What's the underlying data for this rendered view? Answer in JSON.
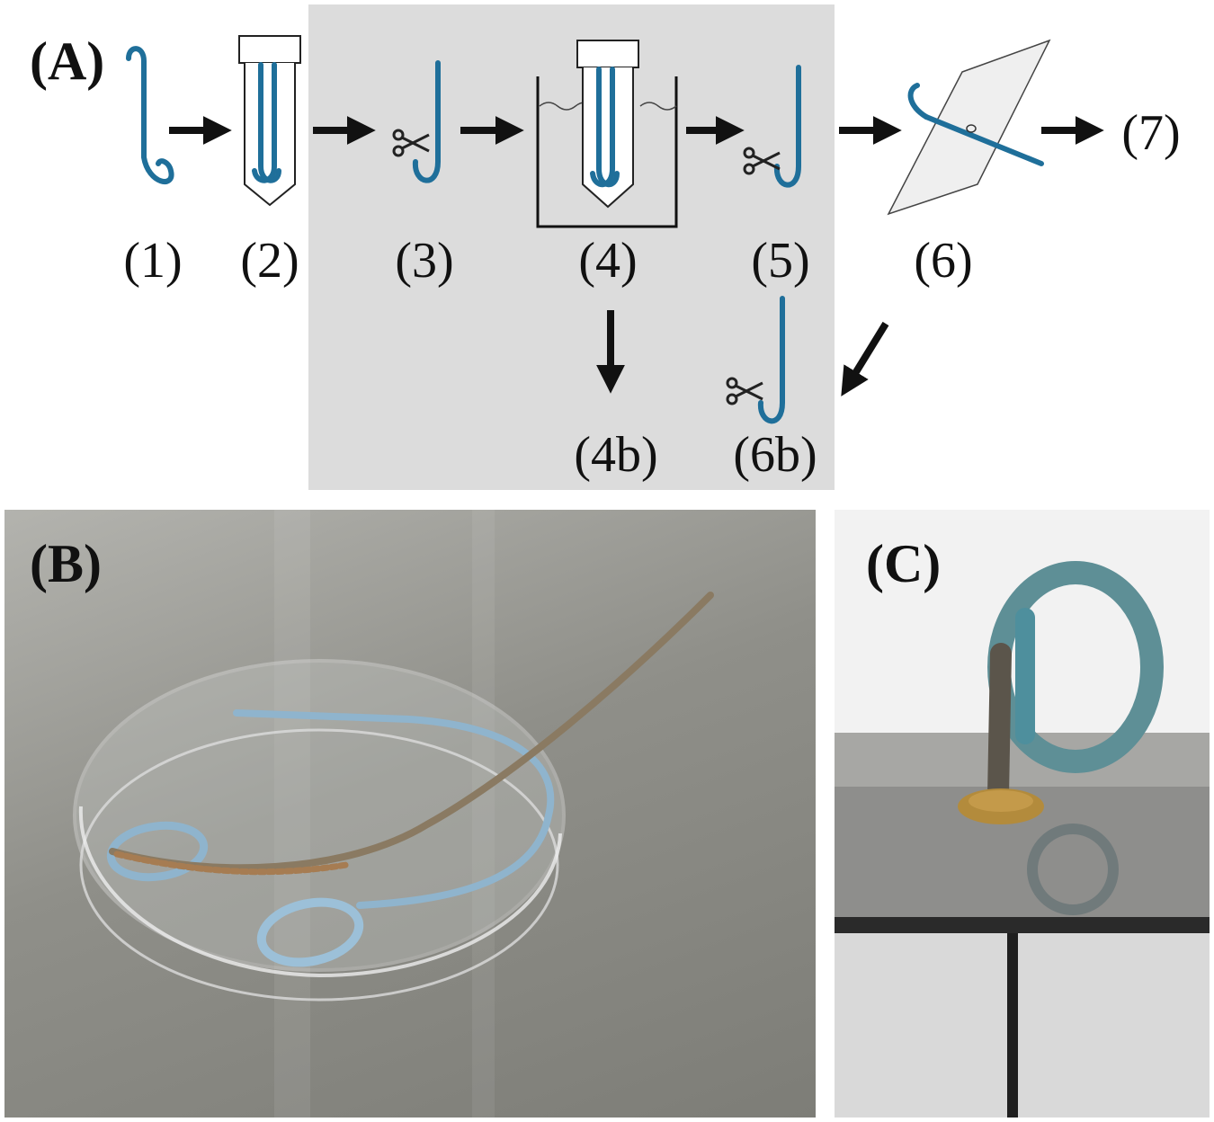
{
  "panels": {
    "a": "(A)",
    "b": "(B)",
    "c": "(C)"
  },
  "steps": {
    "s1": "(1)",
    "s2": "(2)",
    "s3": "(3)",
    "s4": "(4)",
    "s5": "(5)",
    "s6": "(6)",
    "s7": "(7)",
    "s4b": "(4b)",
    "s6b": "(6b)"
  },
  "colors": {
    "stent_blue": "#1f6f9a",
    "highlight_box": "#dcdcdc",
    "arrow": "#111111"
  }
}
